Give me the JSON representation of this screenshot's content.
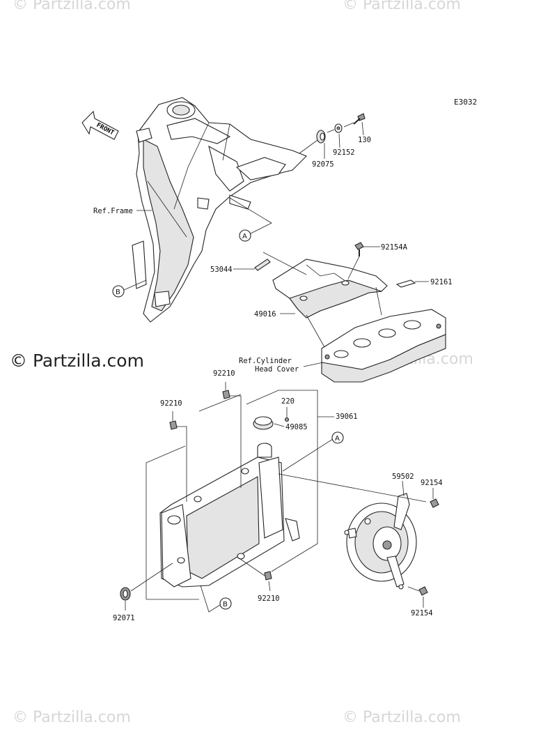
{
  "watermark": {
    "text": "© Partzilla.com"
  },
  "diagram_code": "E3032",
  "labels": {
    "l130": "130",
    "l92152": "92152",
    "l92075": "92075",
    "l92154a": "92154A",
    "l53044": "53044",
    "l92161": "92161",
    "l49016": "49016",
    "l92210a": "92210",
    "l92210b": "92210",
    "l92210c": "92210",
    "l220": "220",
    "l49085": "49085",
    "l39061": "39061",
    "l59502": "59502",
    "l92154b": "92154",
    "l92154c": "92154",
    "l92071": "92071"
  },
  "refs": {
    "frame": "Ref.Frame",
    "cyl_line1": "Ref.Cylinder",
    "cyl_line2": "Head Cover"
  },
  "markers": {
    "a": "A",
    "b": "B"
  },
  "front_arrow": "FRONT"
}
